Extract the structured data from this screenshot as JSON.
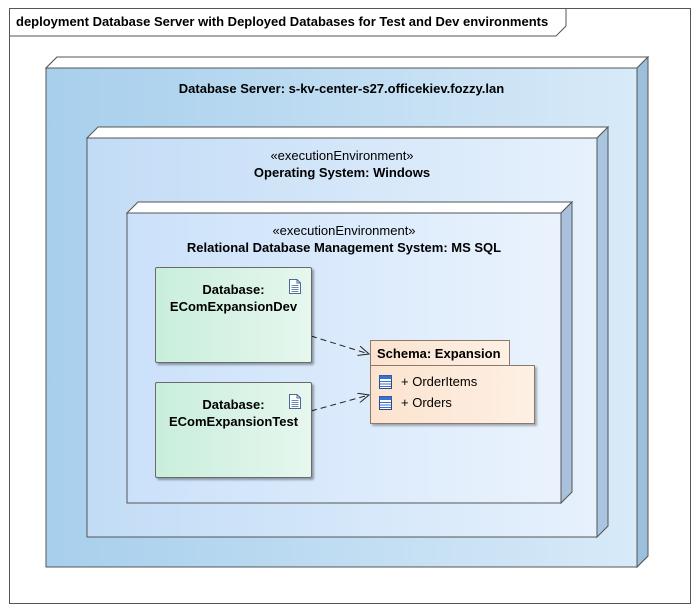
{
  "diagram": {
    "title": "deployment Database Server with Deployed Databases for Test and Dev environments"
  },
  "server": {
    "label": "Database Server: s-kv-center-s27.officekiev.fozzy.lan"
  },
  "os": {
    "stereotype": "«executionEnvironment»",
    "label": "Operating System: Windows"
  },
  "rdbms": {
    "stereotype": "«executionEnvironment»",
    "label": "Relational Database Management System: MS SQL"
  },
  "databases": [
    {
      "line1": "Database:",
      "line2": "EComExpansionDev",
      "icon": "document-icon"
    },
    {
      "line1": "Database:",
      "line2": "EComExpansionTest",
      "icon": "document-icon"
    }
  ],
  "schema": {
    "title": "Schema: Expansion",
    "items": [
      {
        "label": "+ OrderItems",
        "icon": "table-icon"
      },
      {
        "label": "+ Orders",
        "icon": "table-icon"
      }
    ]
  },
  "colors": {
    "server_fill": "#a9d2ec",
    "os_fill": "#c9e1f7",
    "rdbms_fill": "#d3e6fb",
    "database_fill": "#c9eedc",
    "schema_fill": "#fce3cf"
  }
}
